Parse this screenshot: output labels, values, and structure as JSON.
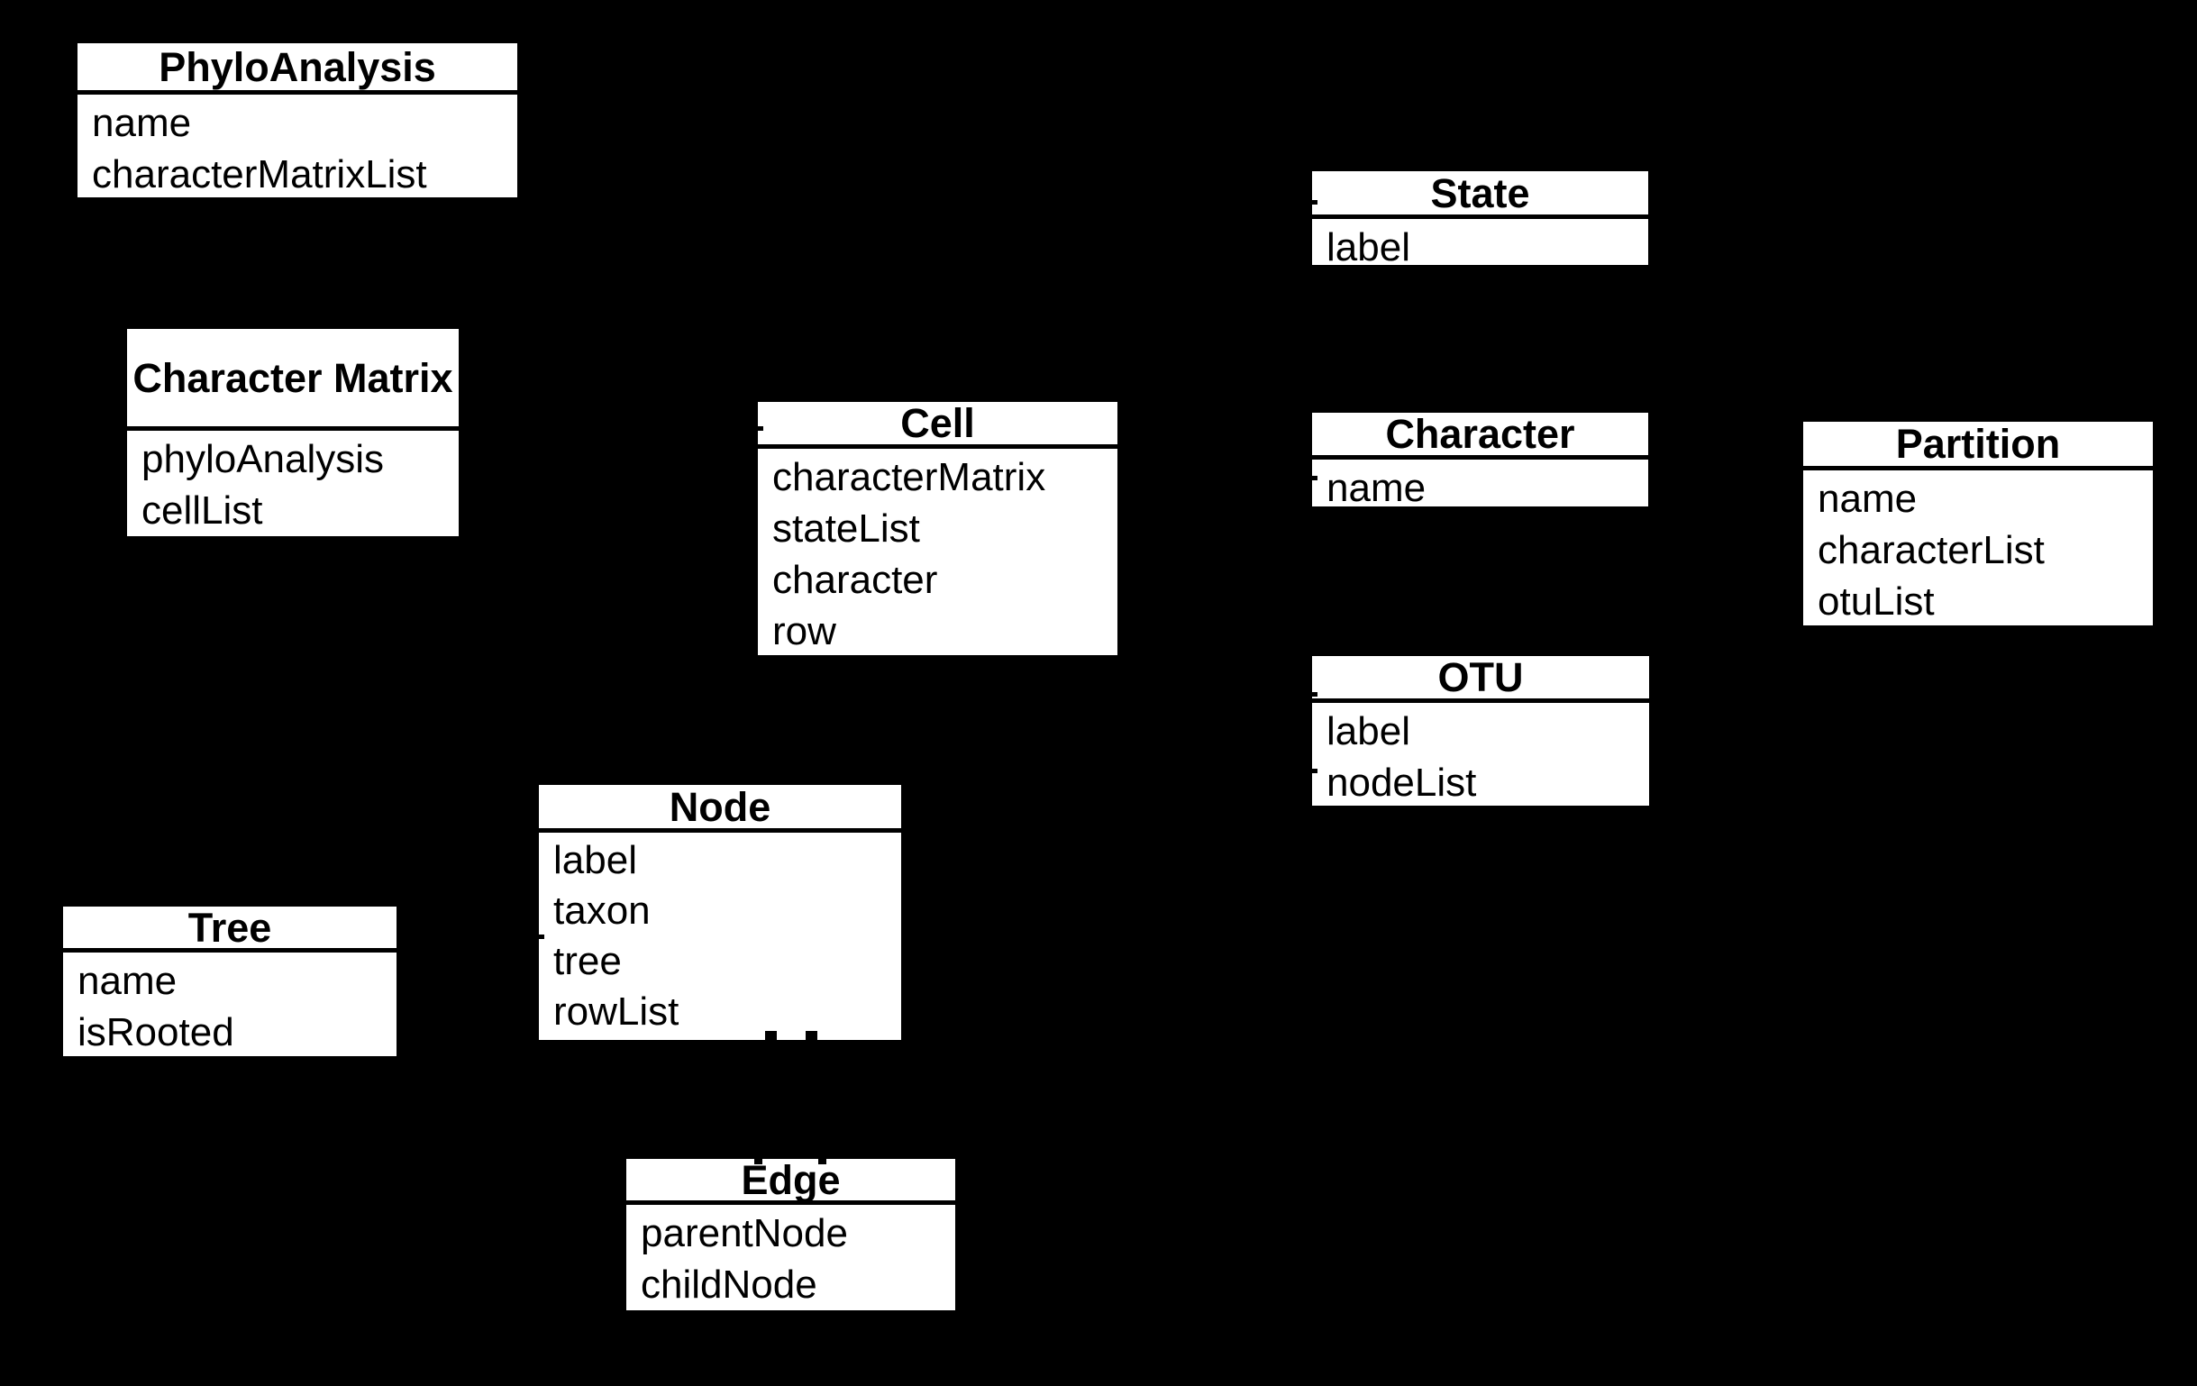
{
  "diagram": {
    "background_color": "#000000",
    "box_fill_color": "#ffffff",
    "line_color": "#000000",
    "classes": [
      {
        "title": "PhyloAnalysis",
        "attributes": [
          "name",
          "characterMatrixList"
        ]
      },
      {
        "title": "Character Matrix",
        "attributes": [
          "phyloAnalysis",
          "cellList"
        ]
      },
      {
        "title": "Cell",
        "attributes": [
          "characterMatrix",
          "stateList",
          "character",
          "row"
        ]
      },
      {
        "title": "State",
        "attributes": [
          "label"
        ]
      },
      {
        "title": "Character",
        "attributes": [
          "name"
        ]
      },
      {
        "title": "Partition",
        "attributes": [
          "name",
          "characterList",
          "otuList"
        ]
      },
      {
        "title": "OTU",
        "attributes": [
          "label",
          "nodeList"
        ]
      },
      {
        "title": "Node",
        "attributes": [
          "label",
          "taxon",
          "tree",
          "rowList"
        ]
      },
      {
        "title": "Tree",
        "attributes": [
          "name",
          "isRooted"
        ]
      },
      {
        "title": "Edge",
        "attributes": [
          "parentNode",
          "childNode"
        ]
      }
    ]
  }
}
